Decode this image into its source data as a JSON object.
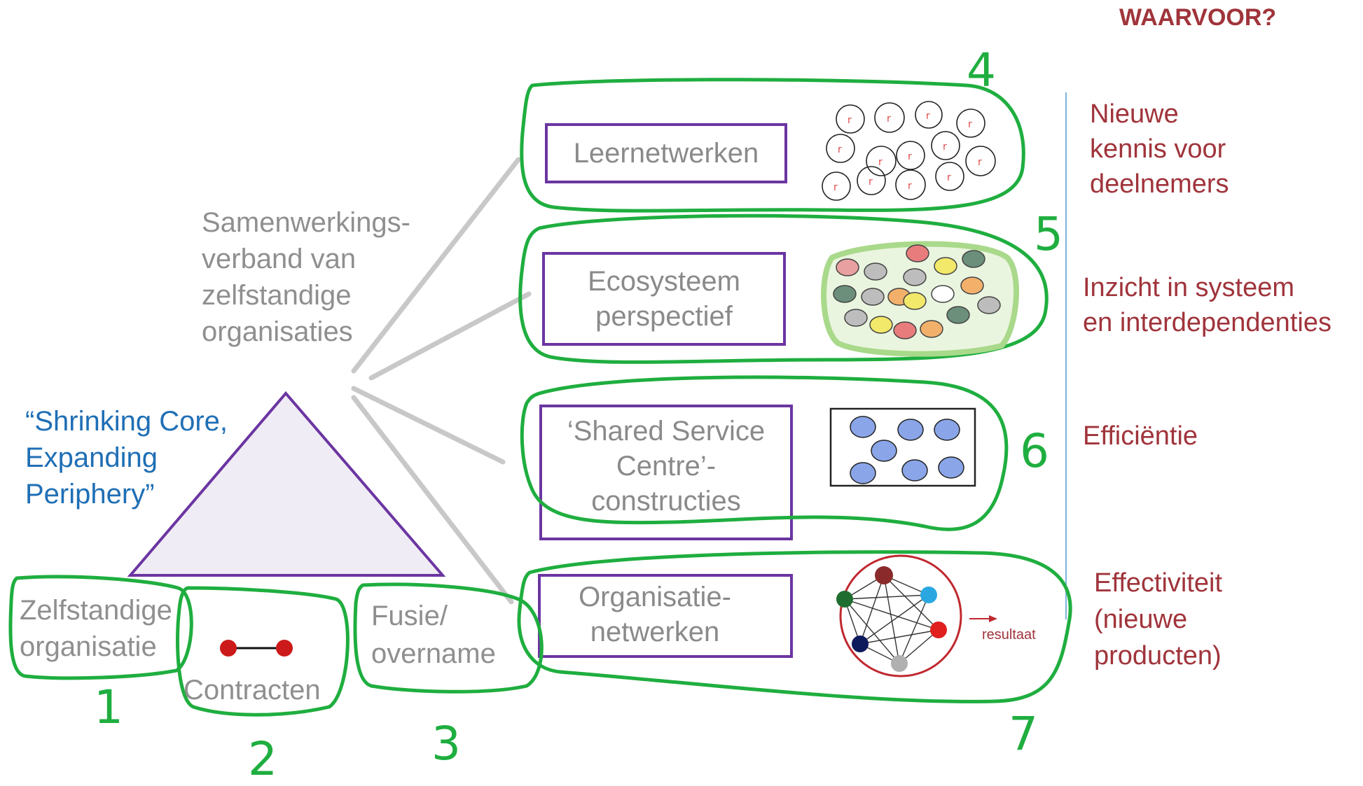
{
  "header": {
    "title": "WAARVOOR?"
  },
  "center_text": [
    "Samenwerkings-",
    "verband van",
    "zelfstandige",
    "organisaties"
  ],
  "quote": [
    "“Shrinking Core,",
    "Expanding",
    "Periphery”"
  ],
  "bottom_forms": {
    "form1": [
      "Zelfstandige",
      "organisatie"
    ],
    "form2": "Contracten",
    "form3": [
      "Fusie/",
      "overname"
    ]
  },
  "boxes": {
    "leernetwerken": "Leernetwerken",
    "ecosysteem": [
      "Ecosysteem",
      "perspectief"
    ],
    "ssc": [
      "‘Shared Service",
      "Centre’-",
      "constructies"
    ],
    "orgnet": [
      "Organisatie-",
      "netwerken"
    ]
  },
  "numbers": {
    "n1": "1",
    "n2": "2",
    "n3": "3",
    "n4": "4",
    "n5": "5",
    "n6": "6",
    "n7": "7"
  },
  "purposes": {
    "p1": [
      "Nieuwe",
      "kennis voor",
      "deelnemers"
    ],
    "p2": [
      "Inzicht in systeem",
      "en interdependenties"
    ],
    "p3": [
      "Efficiëntie"
    ],
    "p4": [
      "Effectiviteit",
      "(nieuwe",
      "producten)"
    ]
  },
  "network_label": "resultaat",
  "colors": {
    "green_outline": "#1fae3f",
    "purple_box": "#6b35a1",
    "triangle_fill": "#f0ecf5",
    "gray_lines": "#c8c8c8",
    "red_text": "#a0343b",
    "blue_text": "#1f6fb5",
    "divider": "#7fb3dc"
  }
}
